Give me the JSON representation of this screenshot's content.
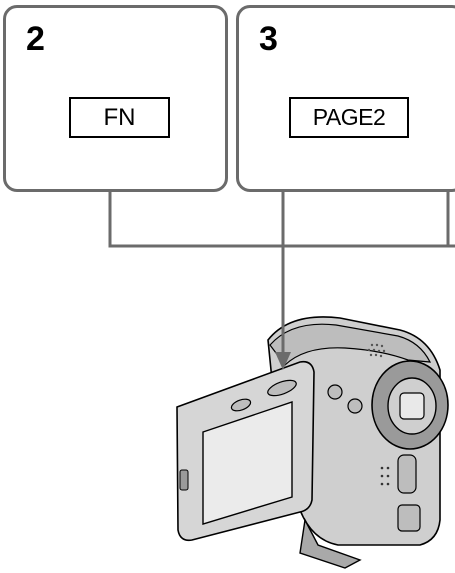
{
  "panels": [
    {
      "step": "2",
      "button_label": "FN"
    },
    {
      "step": "3",
      "button_label": "PAGE2"
    }
  ]
}
